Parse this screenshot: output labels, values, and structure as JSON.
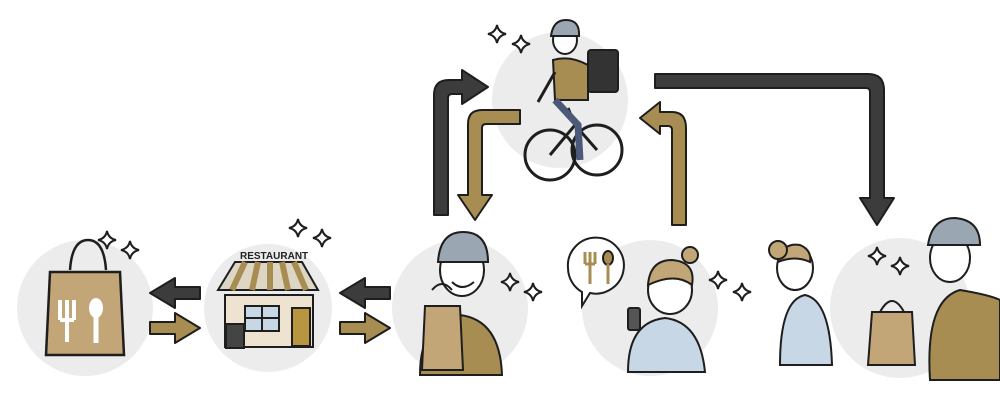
{
  "restaurant": {
    "sign": "RESTAURANT"
  },
  "colors": {
    "circle": "#ececec",
    "dark_arrow": "#3c3c3c",
    "brown_arrow": "#a88d52",
    "bag": "#c2a678",
    "outline": "#1e1e1e"
  },
  "scenes": [
    "takeout-bag",
    "restaurant",
    "delivery-person-with-bag",
    "cyclist-courier",
    "customer-ordering-on-phone",
    "handoff-to-customer"
  ]
}
